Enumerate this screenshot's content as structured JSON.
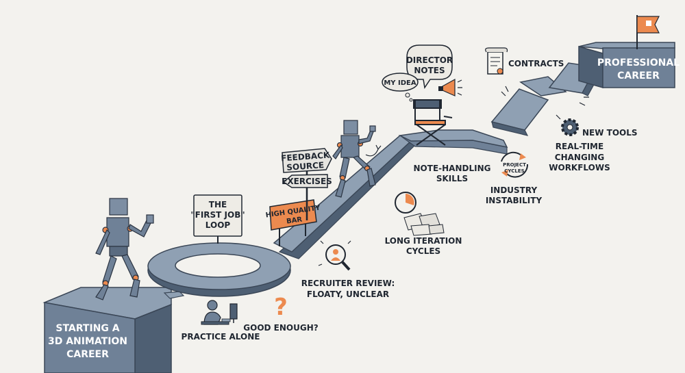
{
  "colors": {
    "slate": "#6f8197",
    "slate_dark": "#4e5f73",
    "slate_light": "#8fa0b3",
    "orange": "#ec8a4f",
    "ink": "#1f2630",
    "background": "#f3f2ee"
  },
  "start_block": {
    "line1": "STARTING A",
    "line2": "3D ANIMATION",
    "line3": "CAREER"
  },
  "end_block": {
    "line1": "PROFESSIONAL",
    "line2": "CAREER"
  },
  "first_job_sign": {
    "line1": "THE",
    "line2": "\"FIRST JOB\"",
    "line3": "LOOP"
  },
  "practice_alone": "PRACTICE ALONE",
  "good_enough": "GOOD ENOUGH?",
  "high_quality_bar": {
    "line1": "HIGH QUALITY",
    "line2": "BAR"
  },
  "signpost": {
    "feedback_line1": "FEEDBACK",
    "feedback_line2": "SOURCE",
    "exercises": "EXERCISES"
  },
  "recruiter_review": {
    "line1": "RECRUITER REVIEW:",
    "line2": "FLOATY, UNCLEAR"
  },
  "long_iteration": {
    "line1": "LONG ITERATION",
    "line2": "CYCLES"
  },
  "note_handling": {
    "line1": "NOTE-HANDLING",
    "line2": "SKILLS"
  },
  "director_notes": {
    "line1": "DIRECTOR",
    "line2": "NOTES"
  },
  "my_idea": "MY IDEA",
  "project_cycles": {
    "line1": "PROJECT",
    "line2": "CYCLES"
  },
  "industry_instability": {
    "line1": "INDUSTRY",
    "line2": "INSTABILITY"
  },
  "contracts": "CONTRACTS",
  "new_tools": "NEW TOOLS",
  "real_time": "REAL-TIME",
  "changing_workflows": {
    "line1": "CHANGING",
    "line2": "WORKFLOWS"
  },
  "icons": [
    "person-at-computer-icon",
    "question-mark-icon",
    "magnifier-person-icon",
    "clock-icon",
    "scattered-papers-icon",
    "director-chair-icon",
    "megaphone-icon",
    "cycle-arrows-icon",
    "contract-scroll-icon",
    "gear-icon",
    "flag-icon"
  ]
}
